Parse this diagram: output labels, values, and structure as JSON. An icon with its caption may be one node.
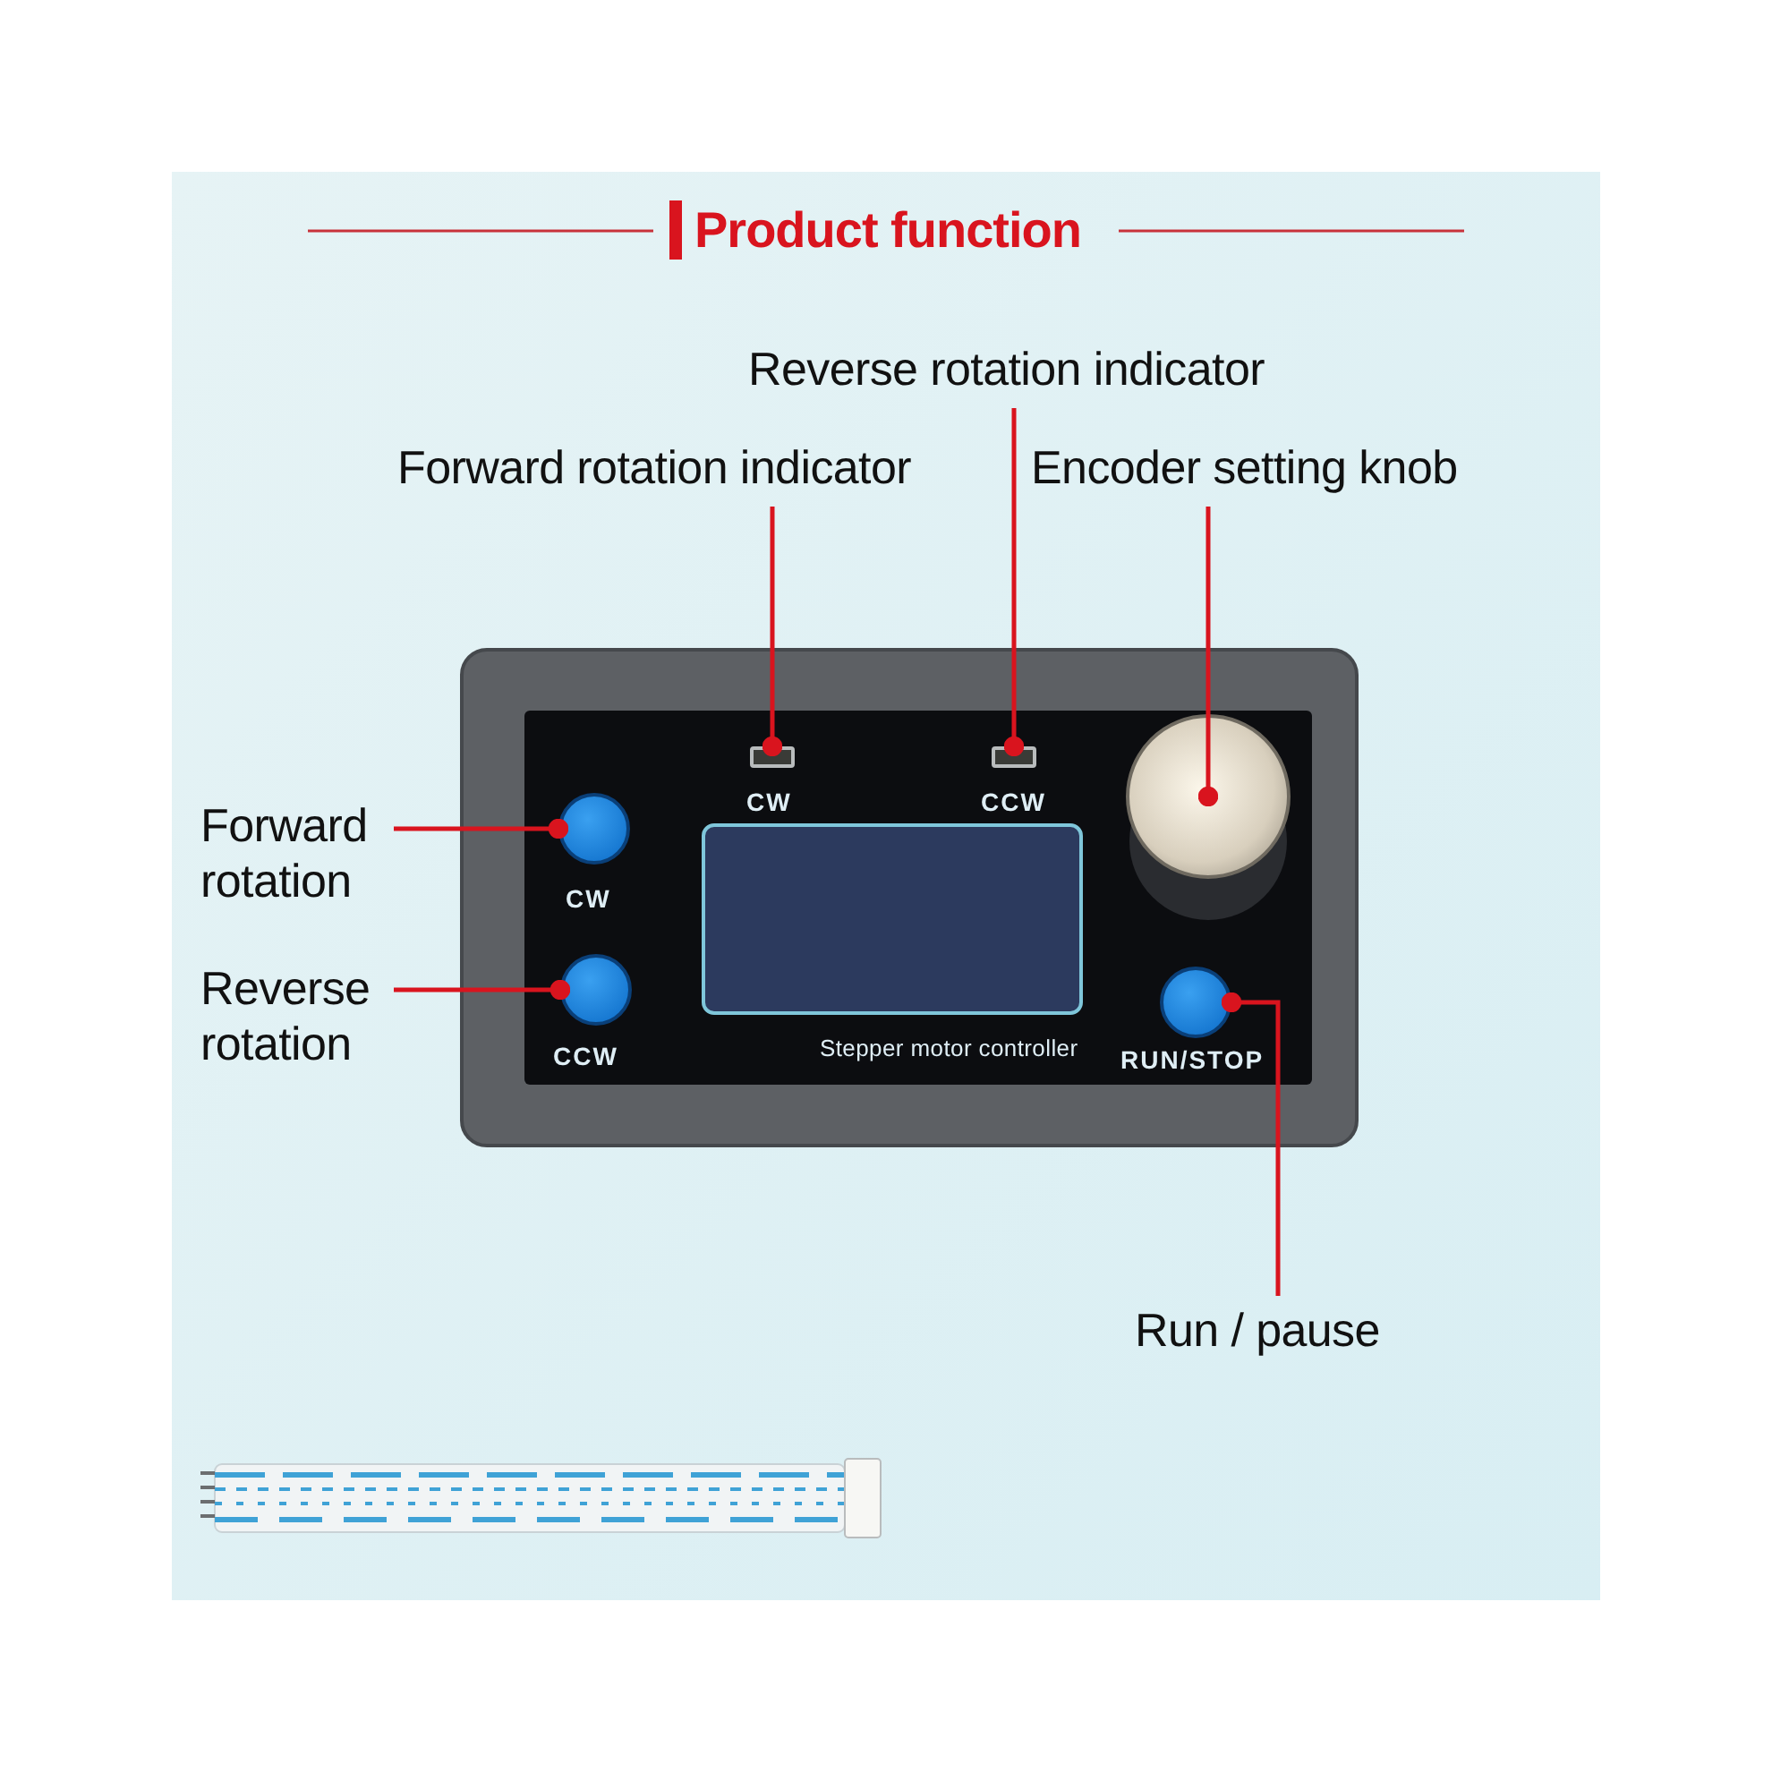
{
  "diagram": {
    "title": "Product function",
    "nodes": [
      {
        "text": [
          "Forward rotation indicator"
        ]
      },
      {
        "text": [
          "Reverse rotation indicator"
        ]
      },
      {
        "text": [
          "Encoder setting knob"
        ]
      },
      {
        "text": [
          "Forward rotation"
        ]
      },
      {
        "text": [
          "Reverse rotation"
        ]
      },
      {
        "text": [
          "Run / pause"
        ]
      },
      {
        "text": [],
        "shape": "box"
      },
      {
        "text": [],
        "shape": "box"
      },
      {
        "text": [],
        "shape": "circle"
      },
      {
        "text": [],
        "shape": "circle"
      },
      {
        "text": [],
        "shape": "circle"
      },
      {
        "text": [],
        "shape": "circle"
      }
    ],
    "edges": [
      {
        "from": 0,
        "to": 6,
        "arrow": "other"
      },
      {
        "from": 1,
        "to": 7,
        "arrow": "other"
      },
      {
        "from": 2,
        "to": 8,
        "arrow": "other"
      },
      {
        "from": 3,
        "to": 9,
        "arrow": "other"
      },
      {
        "from": 4,
        "to": 10,
        "arrow": "other"
      },
      {
        "from": 5,
        "to": 11,
        "arrow": "other"
      }
    ],
    "labels": [
      "CW",
      "CCW",
      "CW",
      "CCW",
      "Stepper motor controller",
      "RUN/STOP"
    ]
  }
}
